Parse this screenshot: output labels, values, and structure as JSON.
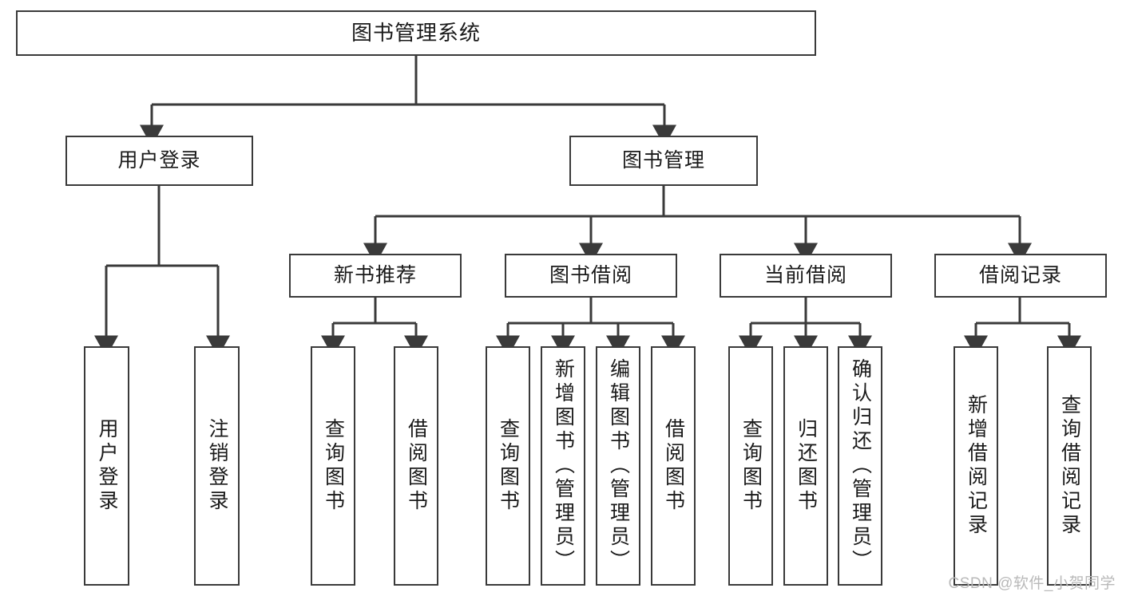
{
  "diagram": {
    "title": "图书管理系统",
    "level1": [
      {
        "id": "user-login",
        "label": "用户登录"
      },
      {
        "id": "book-management",
        "label": "图书管理"
      }
    ],
    "level2": [
      {
        "id": "new-book-recommend",
        "label": "新书推荐"
      },
      {
        "id": "book-borrow",
        "label": "图书借阅"
      },
      {
        "id": "current-borrow",
        "label": "当前借阅"
      },
      {
        "id": "borrow-record",
        "label": "借阅记录"
      }
    ],
    "leaves": [
      {
        "id": "leaf-user-login",
        "label": "用户登录"
      },
      {
        "id": "leaf-logout",
        "label": "注销登录"
      },
      {
        "id": "leaf-query-book-1",
        "label": "查询图书"
      },
      {
        "id": "leaf-borrow-book-1",
        "label": "借阅图书"
      },
      {
        "id": "leaf-query-book-2",
        "label": "查询图书"
      },
      {
        "id": "leaf-add-book",
        "label": "新增图书（管理员）"
      },
      {
        "id": "leaf-edit-book",
        "label": "编辑图书（管理员）"
      },
      {
        "id": "leaf-borrow-book-2",
        "label": "借阅图书"
      },
      {
        "id": "leaf-query-book-3",
        "label": "查询图书"
      },
      {
        "id": "leaf-return-book",
        "label": "归还图书"
      },
      {
        "id": "leaf-confirm-return",
        "label": "确认归还（管理员）"
      },
      {
        "id": "leaf-add-record",
        "label": "新增借阅记录"
      },
      {
        "id": "leaf-query-record",
        "label": "查询借阅记录"
      }
    ],
    "watermark": "CSDN @软件_小贺同学",
    "colors": {
      "stroke": "#3a3a3a",
      "background": "#ffffff",
      "text": "#1a1a1a",
      "watermark": "#b9b9b9"
    }
  }
}
